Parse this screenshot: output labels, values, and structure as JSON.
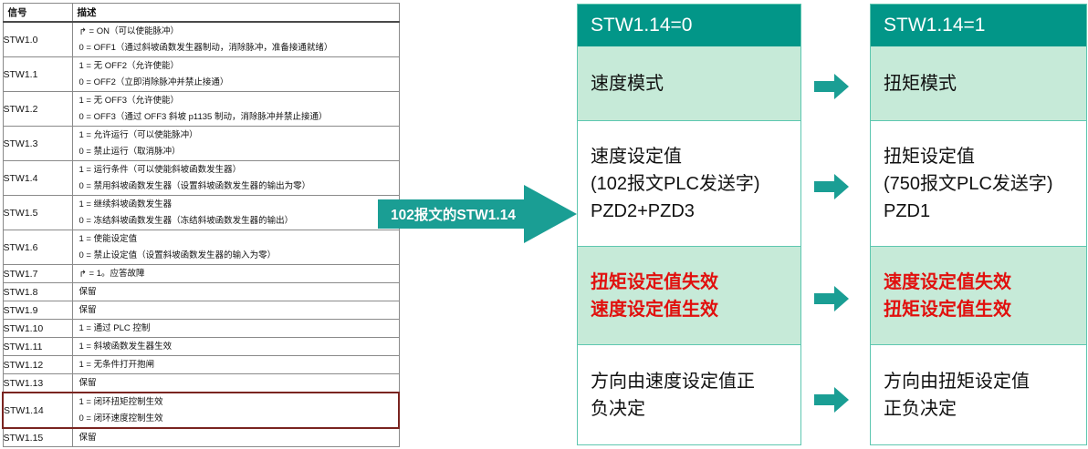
{
  "table": {
    "headers": [
      "信号",
      "描述"
    ],
    "rising_edge_glyph": "↱",
    "rows": [
      {
        "signal": "STW1.0",
        "lines": [
          "= ON（可以使能脉冲）",
          "0 = OFF1（通过斜坡函数发生器制动，消除脉冲，准备接通就绪）"
        ],
        "edge_first": true
      },
      {
        "signal": "STW1.1",
        "lines": [
          "1 = 无 OFF2（允许使能）",
          "0 = OFF2（立即消除脉冲并禁止接通）"
        ],
        "edge_first": false
      },
      {
        "signal": "STW1.2",
        "lines": [
          "1 = 无 OFF3（允许使能）",
          "0 = OFF3（通过 OFF3 斜坡 p1135 制动，消除脉冲并禁止接通）"
        ],
        "edge_first": false
      },
      {
        "signal": "STW1.3",
        "lines": [
          "1 = 允许运行（可以使能脉冲）",
          "0 = 禁止运行（取消脉冲）"
        ],
        "edge_first": false
      },
      {
        "signal": "STW1.4",
        "lines": [
          "1 = 运行条件（可以使能斜坡函数发生器）",
          "0 = 禁用斜坡函数发生器（设置斜坡函数发生器的输出为零）"
        ],
        "edge_first": false
      },
      {
        "signal": "STW1.5",
        "lines": [
          "1 = 继续斜坡函数发生器",
          "0 = 冻结斜坡函数发生器（冻结斜坡函数发生器的输出）"
        ],
        "edge_first": false
      },
      {
        "signal": "STW1.6",
        "lines": [
          "1 = 使能设定值",
          "0 = 禁止设定值（设置斜坡函数发生器的输入为零）"
        ],
        "edge_first": false
      },
      {
        "signal": "STW1.7",
        "lines": [
          "= 1。应答故障"
        ],
        "edge_first": true
      },
      {
        "signal": "STW1.8",
        "lines": [
          "保留"
        ],
        "edge_first": false
      },
      {
        "signal": "STW1.9",
        "lines": [
          "保留"
        ],
        "edge_first": false
      },
      {
        "signal": "STW1.10",
        "lines": [
          "1 = 通过 PLC 控制"
        ],
        "edge_first": false
      },
      {
        "signal": "STW1.11",
        "lines": [
          "1 = 斜坡函数发生器生效"
        ],
        "edge_first": false
      },
      {
        "signal": "STW1.12",
        "lines": [
          "1 = 无条件打开抱闸"
        ],
        "edge_first": false
      },
      {
        "signal": "STW1.13",
        "lines": [
          "保留"
        ],
        "edge_first": false
      },
      {
        "signal": "STW1.14",
        "lines": [
          "1 = 闭环扭矩控制生效",
          "0 = 闭环速度控制生效"
        ],
        "edge_first": false,
        "highlighted": true
      },
      {
        "signal": "STW1.15",
        "lines": [
          "保留"
        ],
        "edge_first": false
      }
    ]
  },
  "big_arrow": {
    "label": "102报文的STW1.14",
    "color": "#1a9e94"
  },
  "panels": [
    {
      "header": "STW1.14=0",
      "cells": [
        {
          "lines": [
            "速度模式"
          ],
          "style": "green"
        },
        {
          "lines": [
            "速度设定值",
            "(102报文PLC发送字)",
            "PZD2+PZD3"
          ],
          "style": "white"
        },
        {
          "lines": [
            "扭矩设定值失效",
            "速度设定值生效"
          ],
          "style": "green red"
        },
        {
          "lines": [
            "方向由速度设定值正",
            "负决定"
          ],
          "style": "white"
        }
      ]
    },
    {
      "header": "STW1.14=1",
      "cells": [
        {
          "lines": [
            "扭矩模式"
          ],
          "style": "green"
        },
        {
          "lines": [
            "扭矩设定值",
            "(750报文PLC发送字)",
            "PZD1"
          ],
          "style": "white"
        },
        {
          "lines": [
            "速度设定值失效",
            "扭矩设定值生效"
          ],
          "style": "green red"
        },
        {
          "lines": [
            "方向由扭矩设定值",
            "正负决定"
          ],
          "style": "white"
        }
      ]
    }
  ],
  "colors": {
    "teal_header": "#029688",
    "teal_arrow": "#1a9e94",
    "light_green_cell": "#c6ead8",
    "panel_border": "#5ec7b0",
    "red_text": "#e1100e",
    "highlight_border": "#7a2420"
  }
}
